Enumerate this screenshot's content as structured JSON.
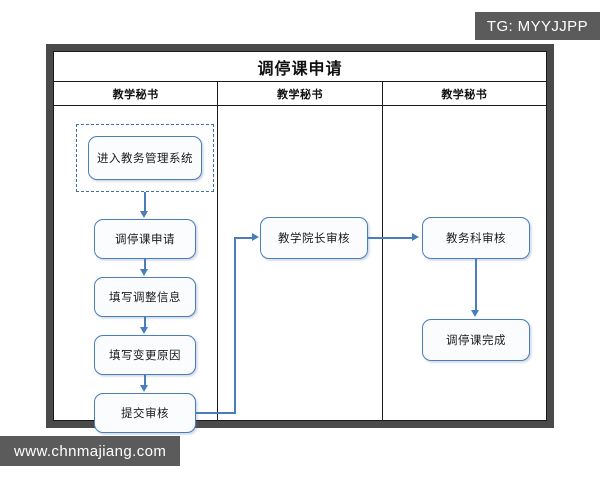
{
  "badges": {
    "tg": "TG: MYYJJPP",
    "site": "www.chnmajiang.com"
  },
  "diagram": {
    "title": "调停课申请",
    "columns": [
      {
        "header": "教学秘书"
      },
      {
        "header": "教学秘书"
      },
      {
        "header": "教学秘书"
      }
    ],
    "nodes": {
      "enter_system": "进入教务管理系统",
      "apply": "调停课申请",
      "fill_adjust": "填写调整信息",
      "fill_reason": "填写变更原因",
      "submit_review": "提交审核",
      "dean_review": "教学院长审核",
      "affairs_review": "教务科审核",
      "complete": "调停课完成"
    }
  },
  "colors": {
    "node_border": "#4a7ebb",
    "node_fill": "#fbfcfe",
    "connector": "#4a7ebb",
    "frame": "#4a4a4a",
    "table_border": "#1b1b1b",
    "badge_bg": "#5b5b5b",
    "dashed_border": "#3f6fa8"
  }
}
